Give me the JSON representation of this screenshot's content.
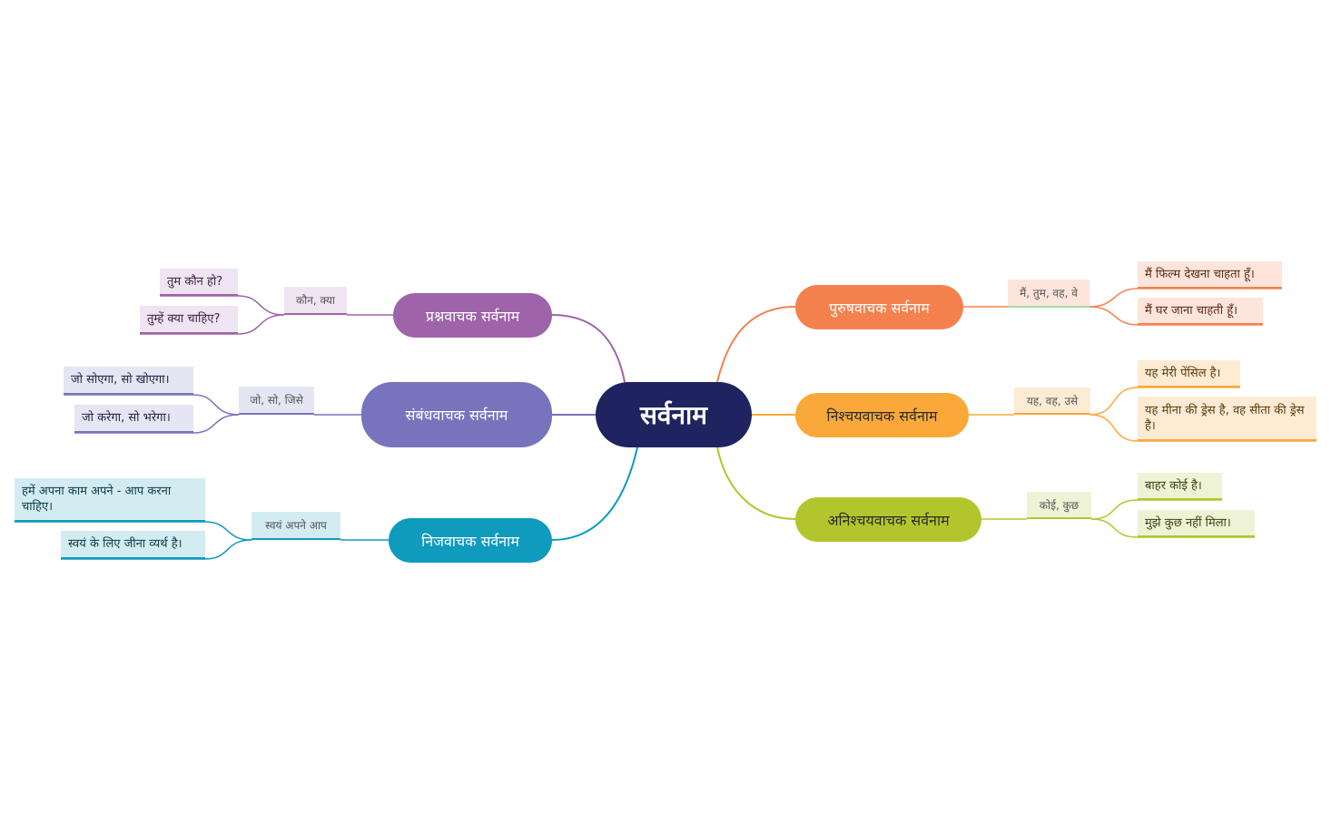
{
  "center": {
    "label": "सर्वनाम"
  },
  "branches": {
    "purush": {
      "label": "पुरुषवाचक सर्वनाम",
      "keywords": "मैं, तुम, वह, वे",
      "examples": [
        "मैं फिल्म देखना चाहता हूँ।",
        "मैं घर जाना चाहती हूँ।"
      ],
      "color": "#f5814f"
    },
    "nishchay": {
      "label": "निश्चयवाचक सर्वनाम",
      "keywords": "यह, वह, उसे",
      "examples": [
        "यह मेरी पेंसिल है।",
        "यह मीना की ड्रेस है, वह सीता की ड्रेस है।"
      ],
      "color": "#fba83a"
    },
    "anishchay": {
      "label": "अनिश्चयवाचक सर्वनाम",
      "keywords": "कोई, कुछ",
      "examples": [
        "बाहर कोई है।",
        "मुझे कुछ नहीं मिला।"
      ],
      "color": "#b3c52d"
    },
    "prashn": {
      "label": "प्रश्नवाचक सर्वनाम",
      "keywords": "कौन, क्या",
      "examples": [
        "तुम कौन हो?",
        "तुम्हें क्या चाहिए?"
      ],
      "color": "#9e63a8"
    },
    "sambandh": {
      "label": "संबंधवाचक सर्वनाम",
      "keywords": "जो, सो, जिसे",
      "examples": [
        "जो सोएगा, सो खोएगा।",
        "जो करेगा, सो भरेगा।"
      ],
      "color": "#7774bd"
    },
    "nij": {
      "label": "निजवाचक सर्वनाम",
      "keywords": "स्वयं अपने आप",
      "examples": [
        "हमें अपना काम अपने - आप करना चाहिए।",
        "स्वयं के लिए जीना व्यर्थ है।"
      ],
      "color": "#0e9bbd"
    }
  }
}
